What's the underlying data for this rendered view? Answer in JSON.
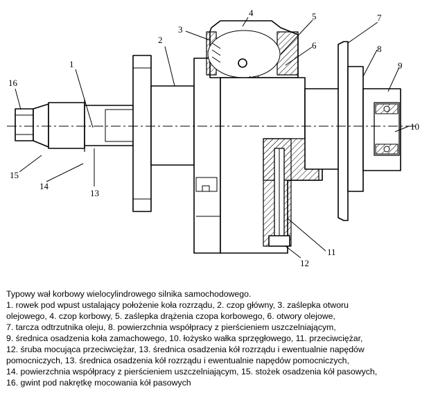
{
  "drawing": {
    "callouts": [
      "1",
      "2",
      "3",
      "4",
      "5",
      "6",
      "7",
      "8",
      "9",
      "10",
      "11",
      "12",
      "13",
      "14",
      "15",
      "16"
    ]
  },
  "caption": {
    "lines": [
      "Typowy wał korbowy wielocylindrowego silnika samochodowego.",
      "1. rowek pod wpust ustalający położenie koła rozrządu, 2. czop główny, 3. zaślepka otworu",
      "olejowego, 4. czop korbowy, 5. zaślepka drążenia czopa korbowego, 6. otwory olejowe,",
      "7. tarcza odtrzutnika oleju, 8. powierzchnia współpracy z pierścieniem uszczelniającym,",
      "9. średnica osadzenia koła zamachowego, 10. łożysko wałka sprzęgłowego, 11. przeciwciężar,",
      "12. śruba mocująca przeciwciężar, 13. średnica osadzenia kół rozrządu i ewentualnie napędów",
      "pomocniczych, 13. średnica osadzenia kół rozrządu i ewentualnie napędów pomocniczych,",
      "14. powierzchnia współpracy z pierścieniem uszczelniającym, 15. stożek osadzenia kół pasowych,",
      "16. gwint pod nakrętkę mocowania kół pasowych"
    ]
  }
}
